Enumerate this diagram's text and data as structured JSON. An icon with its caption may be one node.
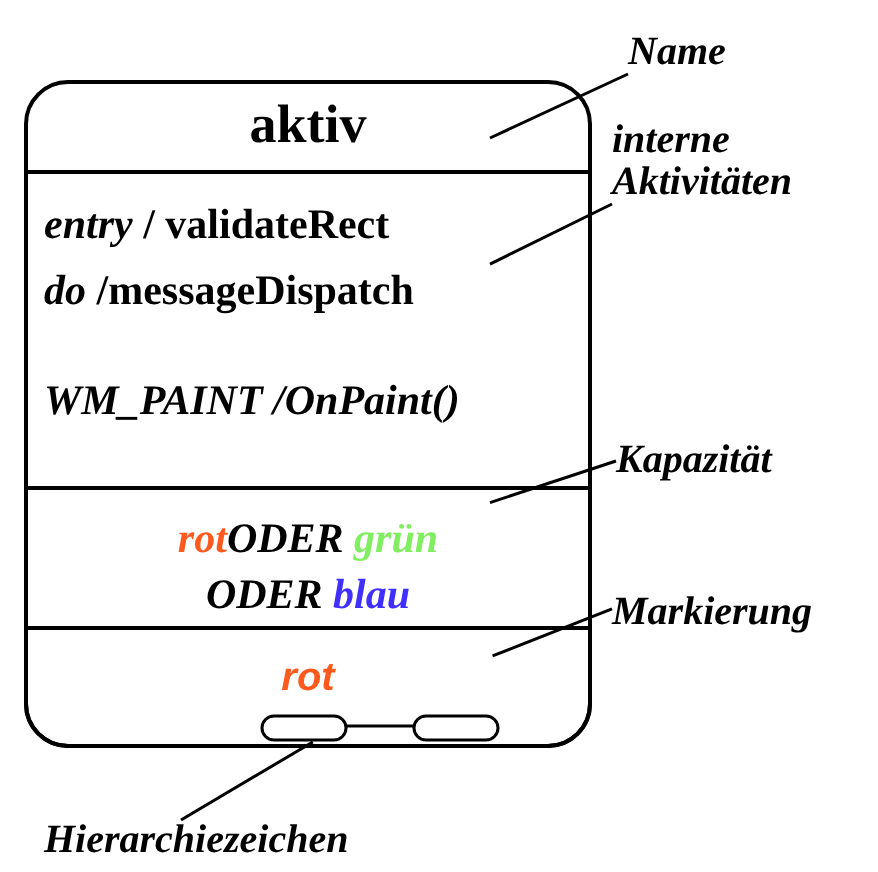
{
  "diagram": {
    "nodes": [
      {
        "text": [],
        "shape": "box"
      },
      {
        "text": [
          "aktiv"
        ],
        "in": 0
      },
      {
        "text": [
          "*entry* / validateRect",
          "*do* /messageDispatch",
          "WM_PAINT /OnPaint()"
        ],
        "in": 0
      },
      {
        "text": [
          "rot",
          "ODER",
          "grün",
          "ODER",
          "blau"
        ],
        "in": 0
      },
      {
        "text": [
          "rot"
        ],
        "in": 0
      },
      {
        "text": [],
        "shape": "picture",
        "in": 4
      },
      {
        "text": [
          "Name"
        ]
      },
      {
        "text": [
          "interne Aktivitäten"
        ]
      },
      {
        "text": [
          "Kapazität"
        ]
      },
      {
        "text": [
          "Markierung"
        ]
      },
      {
        "text": [
          "Hierarchiezeichen"
        ]
      }
    ],
    "edges": [
      {
        "from": 6,
        "to": 1,
        "arrow": "none"
      },
      {
        "from": 7,
        "to": 2,
        "arrow": "none"
      },
      {
        "from": 8,
        "to": 3,
        "arrow": "none"
      },
      {
        "from": 9,
        "to": 4,
        "arrow": "none"
      },
      {
        "from": 10,
        "to": 5,
        "arrow": "none"
      }
    ]
  }
}
